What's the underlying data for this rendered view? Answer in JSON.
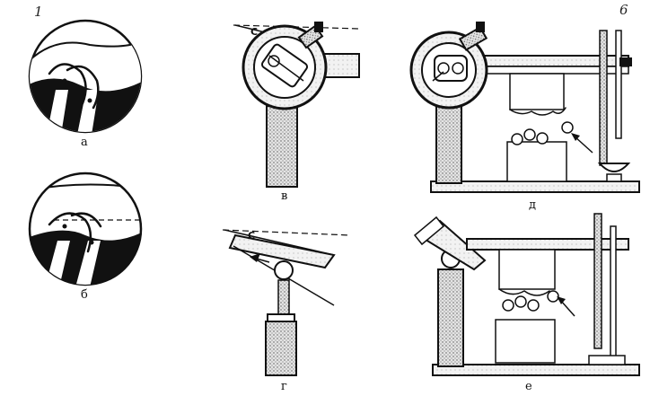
{
  "figure": {
    "corner_mark_left": "1",
    "corner_mark_right": "6",
    "panels": {
      "a": {
        "label": "а"
      },
      "b": {
        "label": "б"
      },
      "v": {
        "label": "в",
        "angle_label": "С"
      },
      "g": {
        "label": "г",
        "angle_label": "С"
      },
      "d": {
        "label": "д"
      },
      "e": {
        "label": "е"
      }
    }
  }
}
